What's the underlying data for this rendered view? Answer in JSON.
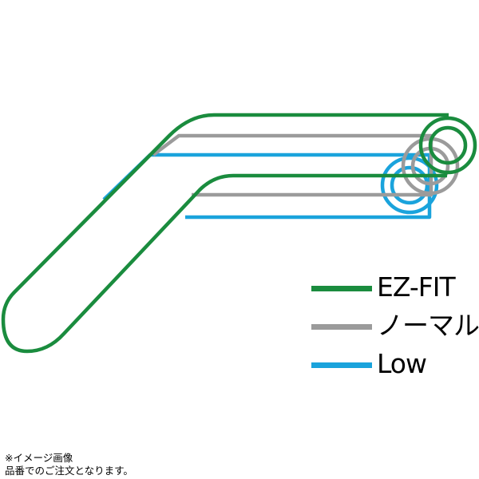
{
  "colors": {
    "ez_fit": "#1a8c3e",
    "normal": "#9b9b9b",
    "low": "#1aa3dc"
  },
  "legend": {
    "items": [
      {
        "key": "ez_fit",
        "label": "EZ-FIT"
      },
      {
        "key": "normal",
        "label": "ノーマル"
      },
      {
        "key": "low",
        "label": "Low"
      }
    ]
  },
  "note": {
    "line1": "※イメージ画像",
    "line2": "品番でのご注文となります。"
  }
}
